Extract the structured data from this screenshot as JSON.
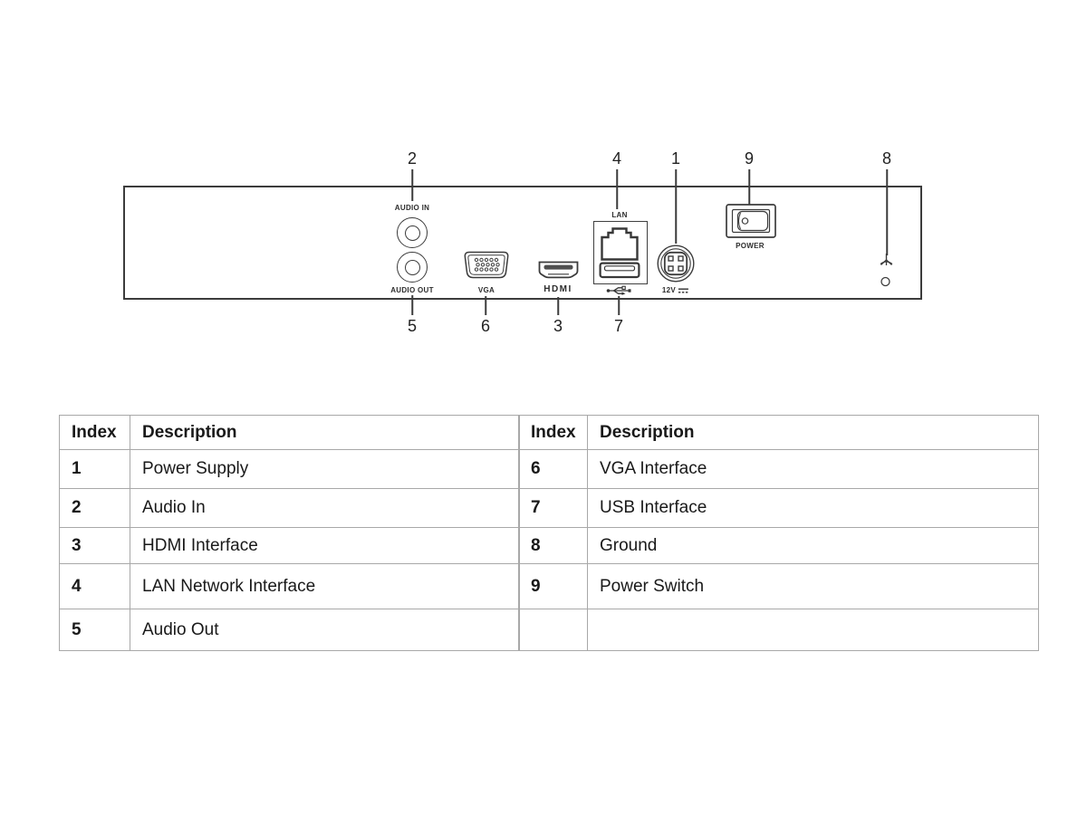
{
  "diagram": {
    "callouts": {
      "power_supply": "1",
      "audio_in": "2",
      "hdmi": "3",
      "lan": "4",
      "audio_out": "5",
      "vga": "6",
      "usb": "7",
      "ground": "8",
      "power_switch": "9"
    },
    "labels": {
      "audio_in": "AUDIO IN",
      "audio_out": "AUDIO OUT",
      "vga": "VGA",
      "hdmi": "HDMI",
      "lan": "LAN",
      "power": "POWER",
      "dc_12v": "12V"
    },
    "icons": {
      "usb": "usb-trident-icon",
      "dc_voltage": "dc-voltage-icon",
      "ground": "ground-earth-icon"
    }
  },
  "tables": {
    "left": {
      "headers": [
        "Index",
        "Description"
      ],
      "rows": [
        {
          "index": "1",
          "description": "Power Supply"
        },
        {
          "index": "2",
          "description": "Audio In"
        },
        {
          "index": "3",
          "description": "HDMI Interface"
        },
        {
          "index": "4",
          "description": "LAN Network Interface"
        },
        {
          "index": "5",
          "description": "Audio Out"
        }
      ]
    },
    "right": {
      "headers": [
        "Index",
        "Description"
      ],
      "rows": [
        {
          "index": "6",
          "description": "VGA Interface"
        },
        {
          "index": "7",
          "description": "USB Interface"
        },
        {
          "index": "8",
          "description": "Ground"
        },
        {
          "index": "9",
          "description": "Power Switch"
        },
        {
          "index": "",
          "description": ""
        }
      ]
    }
  },
  "colors": {
    "line": "#3c3c3c",
    "table_border": "#a8a8a8",
    "text": "#191919",
    "slot_fill": "#4f4f4f"
  }
}
